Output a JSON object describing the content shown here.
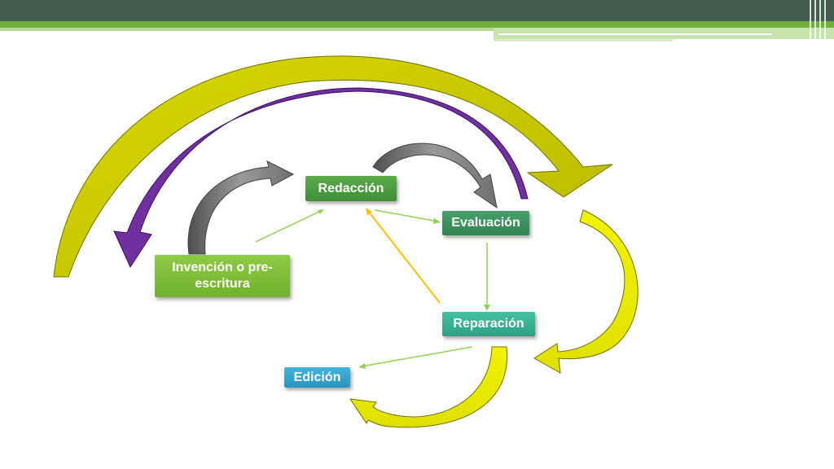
{
  "nodes": {
    "redaccion": "Redacción",
    "evaluacion": "Evaluación",
    "invencion": "Invención o pre-escritura",
    "reparacion": "Reparación",
    "edicion": "Edición"
  },
  "colors": {
    "header_dark": "#445e4d",
    "header_green": "#6fb03a",
    "yellow_arrow": "#c8c800",
    "purple_arrow": "#7030a0",
    "gray_arrow": "#7a7a7a",
    "connector_green": "#92d050",
    "connector_orange": "#ffc000"
  }
}
